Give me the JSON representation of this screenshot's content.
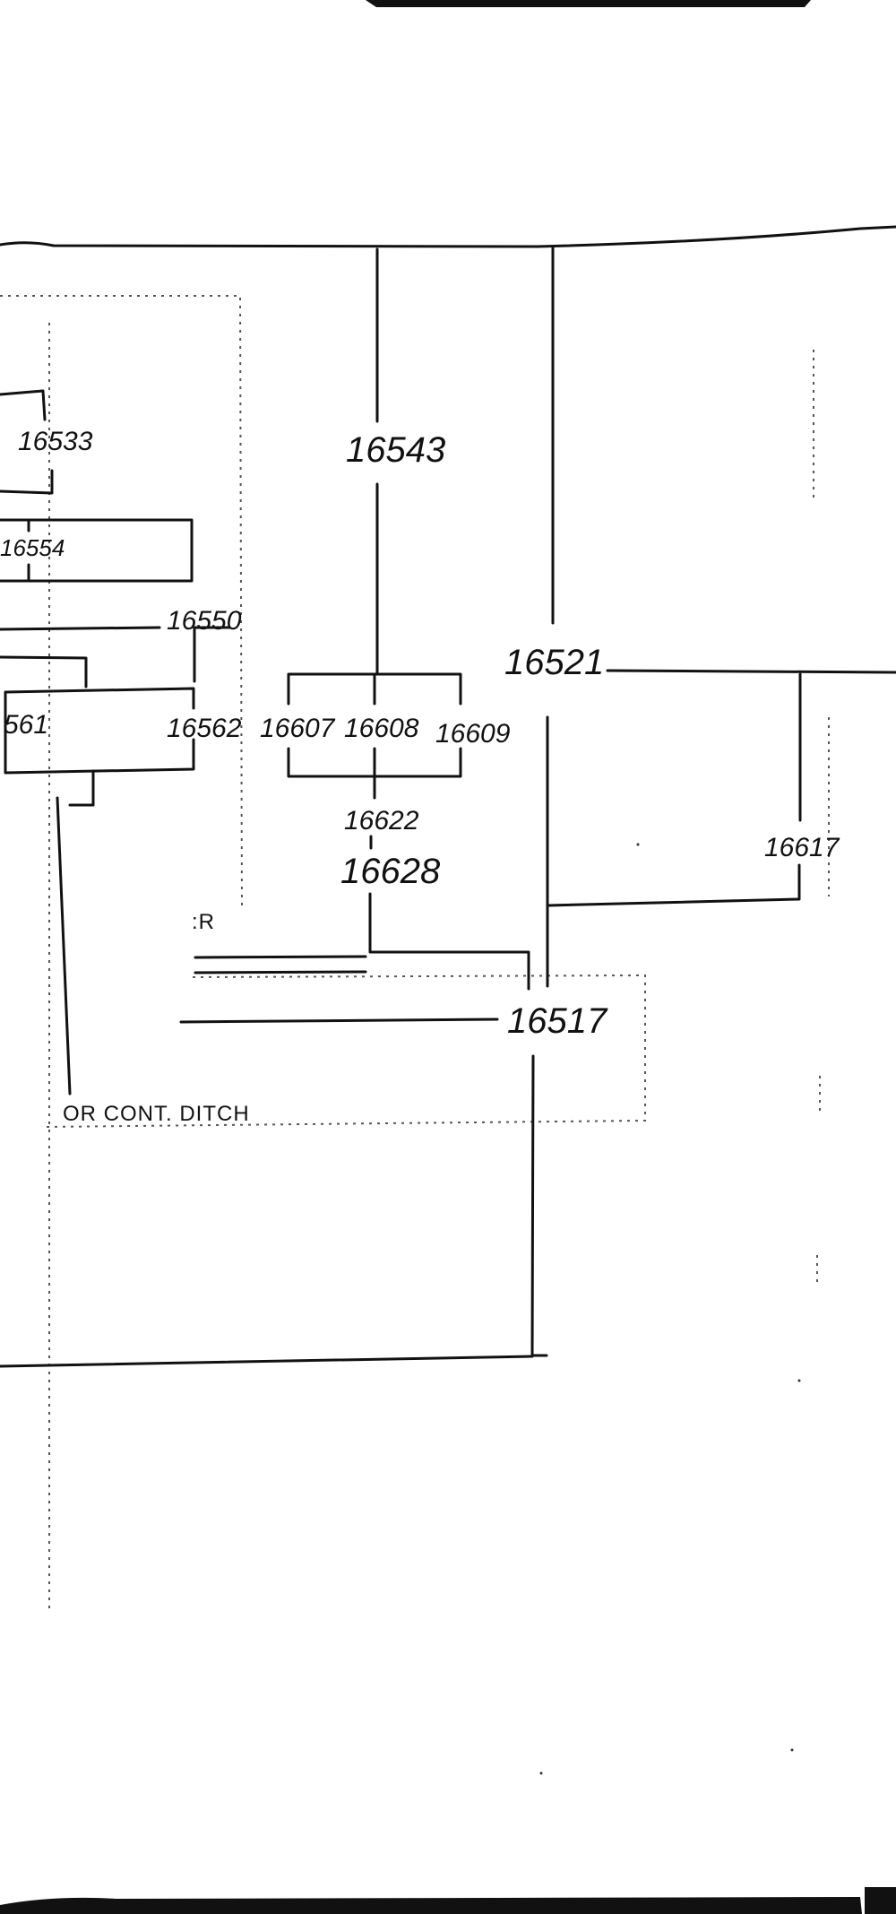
{
  "labels": {
    "l16533": "16533",
    "l16543": "16543",
    "l16554": "16554",
    "l16550": "16550",
    "l16521": "16521",
    "l561": "561",
    "l16562": "16562",
    "l16607": "16607",
    "l16608": "16608",
    "l16609": "16609",
    "l16622": "16622",
    "l16628": "16628",
    "l16617": "16617",
    "l16517": "16517",
    "partial_er": ":R",
    "ditch_note": "OR CONT. DITCH"
  }
}
